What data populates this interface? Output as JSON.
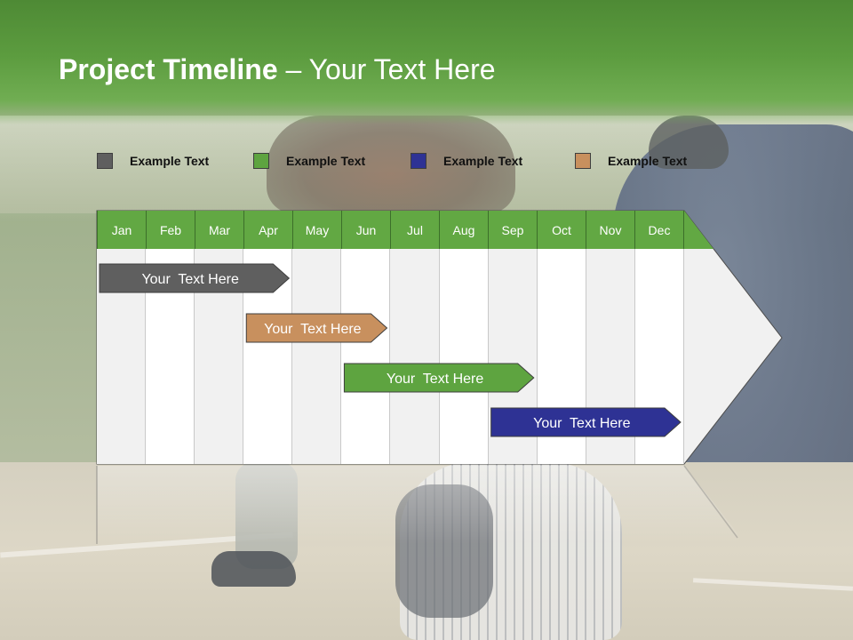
{
  "slide": {
    "title_bold": "Project Timeline",
    "title_rest": " – Your Text Here"
  },
  "legend": [
    {
      "label": "Example Text",
      "color": "#5f5f5f"
    },
    {
      "label": "Example Text",
      "color": "#5ea440"
    },
    {
      "label": "Example Text",
      "color": "#2e3294"
    },
    {
      "label": "Example Text",
      "color": "#c8905e"
    }
  ],
  "months": [
    "Jan",
    "Feb",
    "Mar",
    "Apr",
    "May",
    "Jun",
    "Jul",
    "Aug",
    "Sep",
    "Oct",
    "Nov",
    "Dec"
  ],
  "tasks": [
    {
      "label": "Your  Text Here",
      "start_month": "Jan",
      "end_month": "Apr",
      "color": "#5f5f5f"
    },
    {
      "label": "Your  Text Here",
      "start_month": "Apr",
      "end_month": "Jun",
      "color": "#c8905e"
    },
    {
      "label": "Your  Text Here",
      "start_month": "Jun",
      "end_month": "Sep",
      "color": "#5ea440"
    },
    {
      "label": "Your  Text Here",
      "start_month": "Sep",
      "end_month": "Dec",
      "color": "#2e3294"
    }
  ],
  "colors": {
    "header_green": "#62a843",
    "title_green": "#5c9c3f"
  }
}
